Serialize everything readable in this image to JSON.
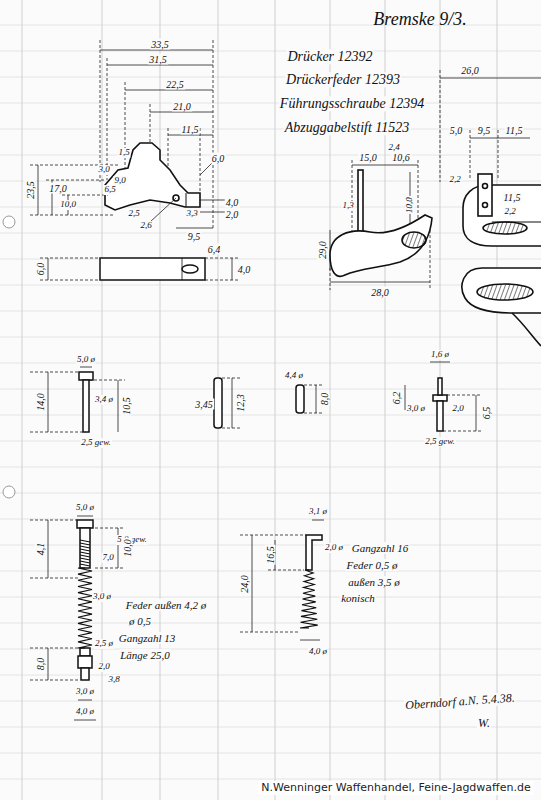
{
  "diagram": {
    "title": "Bremske 9/3.",
    "labels": [
      "Drücker 12392",
      "Drückerfeder 12393",
      "Führungsschraube 12394",
      "Abzuggabelstift 11523",
      "33,5",
      "31,5",
      "22,5",
      "21,0",
      "11,5",
      "6,0",
      "4,0",
      "2,0",
      "3,3",
      "9,5",
      "2,6",
      "23,5",
      "17,0",
      "10,0",
      "3,0",
      "1,5",
      "6,5",
      "9,0",
      "2,5",
      "6,0",
      "6,4",
      "4,0",
      "26,0",
      "5,0",
      "9,5",
      "11,5",
      "15,0",
      "10,6",
      "2,4",
      "2,2",
      "11,5",
      "2,2",
      "1,3",
      "10,0",
      "29,0",
      "28,0",
      "5,0 ø",
      "14,0",
      "3,4 ø",
      "10,5",
      "2,5 gew.",
      "3,45",
      "12,3",
      "4,4 ø",
      "8,0",
      "1,6 ø",
      "3,0 ø",
      "6,2",
      "2,0",
      "6,5",
      "2,5 gew.",
      "5,0 ø",
      "5,0 gew.",
      "4,1",
      "7,0",
      "10,0",
      "3,0 ø",
      "Feder außen 4,2 ø",
      "ø 0,5",
      "Gangzahl 13",
      "Länge 25,0",
      "2,5 ø",
      "8,0",
      "2,0",
      "3,8",
      "3,0 ø",
      "4,0 ø",
      "3,1 ø",
      "16,5",
      "24,0",
      "2,0 ø",
      "Gangzahl 16",
      "Feder 0,5 ø",
      "außen 3,5 ø",
      "konisch",
      "4,0 ø",
      "Oberndorf a.N. 5.4.38.",
      "W.",
      "N.Wenninger Waffenhandel, Feine-Jagdwaffen.de"
    ]
  }
}
